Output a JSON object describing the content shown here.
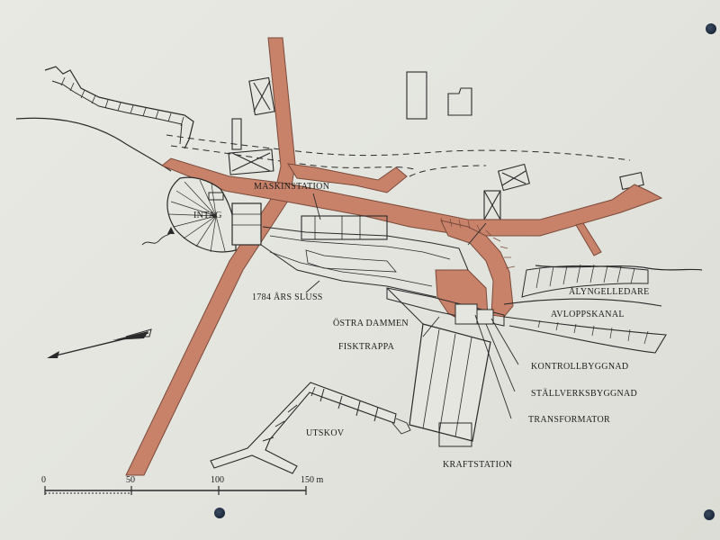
{
  "labels": {
    "maskinstation": "MASKINSTATION",
    "intag": "INTAG",
    "sluss": "1784 ÅRS SLUSS",
    "ostra_dammen": "ÖSTRA DAMMEN",
    "fisktrappa": "FISKTRAPPA",
    "alyngelledare": "ÅLYNGELLEDARE",
    "avloppskanal": "AVLOPPSKANAL",
    "kontrollbyggnad": "KONTROLLBYGGNAD",
    "stallverksbyggnad": "STÄLLVERKSBYGGNAD",
    "transformator": "TRANSFORMATOR",
    "utskov": "UTSKOV",
    "kraftstation": "KRAFTSTATION"
  },
  "scale_bar": {
    "ticks": [
      "0",
      "50",
      "100",
      "150 m"
    ]
  },
  "colors": {
    "road": "#c8826a",
    "road_edge": "#7a4a3a",
    "ink": "#2a2a2a",
    "board": "#e6e6e0"
  }
}
